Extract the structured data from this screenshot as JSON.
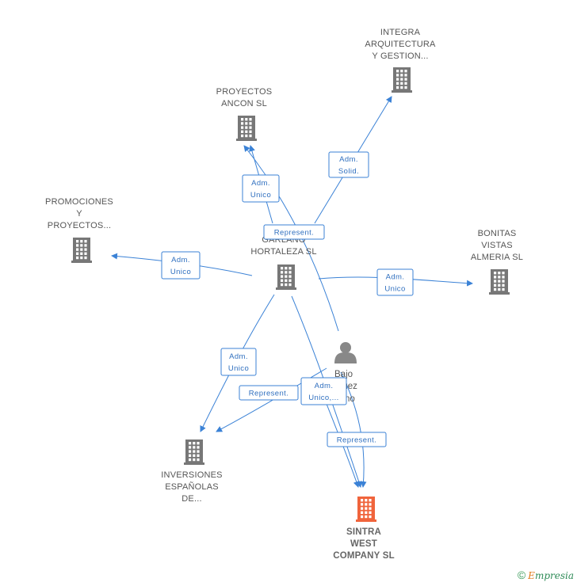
{
  "colors": {
    "edge": "#3b82d6",
    "company_icon": "#777777",
    "focus_icon": "#f0643c",
    "person_icon": "#888888"
  },
  "companies": [
    {
      "id": "integra",
      "label_lines": [
        "INTEGRA",
        "ARQUITECTURA",
        "Y GESTION..."
      ],
      "icon": "building-icon"
    },
    {
      "id": "proyectos_ancon",
      "label_lines": [
        "PROYECTOS",
        "ANCON SL"
      ],
      "icon": "building-icon"
    },
    {
      "id": "promociones",
      "label_lines": [
        "PROMOCIONES",
        "Y",
        "PROYECTOS..."
      ],
      "icon": "building-icon"
    },
    {
      "id": "garlano",
      "label_lines": [
        "GARLANO",
        "HORTALEZA SL"
      ],
      "icon": "building-icon"
    },
    {
      "id": "bonitas",
      "label_lines": [
        "BONITAS",
        "VISTAS",
        "ALMERIA SL"
      ],
      "icon": "building-icon"
    },
    {
      "id": "inversiones",
      "label_lines": [
        "INVERSIONES",
        "ESPAÑOLAS",
        "DE..."
      ],
      "icon": "building-icon"
    },
    {
      "id": "sintra",
      "label_lines": [
        "SINTRA",
        "WEST",
        "COMPANY SL"
      ],
      "icon": "building-icon",
      "focus": true
    }
  ],
  "person": {
    "id": "person",
    "label_lines": [
      "Bajo",
      "guez",
      "hino"
    ],
    "icon": "person-icon"
  },
  "edge_labels": [
    {
      "id": "adm_solid",
      "lines": [
        "Adm.",
        "Solid."
      ]
    },
    {
      "id": "adm_unico_ancon",
      "lines": [
        "Adm.",
        "Unico"
      ]
    },
    {
      "id": "represent_ancon",
      "lines": [
        "Represent."
      ]
    },
    {
      "id": "adm_unico_promo",
      "lines": [
        "Adm.",
        "Unico"
      ]
    },
    {
      "id": "adm_unico_bonitas",
      "lines": [
        "Adm.",
        "Unico"
      ]
    },
    {
      "id": "adm_unico_inv",
      "lines": [
        "Adm.",
        "Unico"
      ]
    },
    {
      "id": "represent_inv",
      "lines": [
        "Represent."
      ]
    },
    {
      "id": "adm_unico_sintra",
      "lines": [
        "Adm.",
        "Unico,..."
      ]
    },
    {
      "id": "represent_sintra",
      "lines": [
        "Represent."
      ]
    }
  ],
  "footer": {
    "copyright_symbol": "©",
    "brand_first": "E",
    "brand_rest": "mpresia"
  }
}
